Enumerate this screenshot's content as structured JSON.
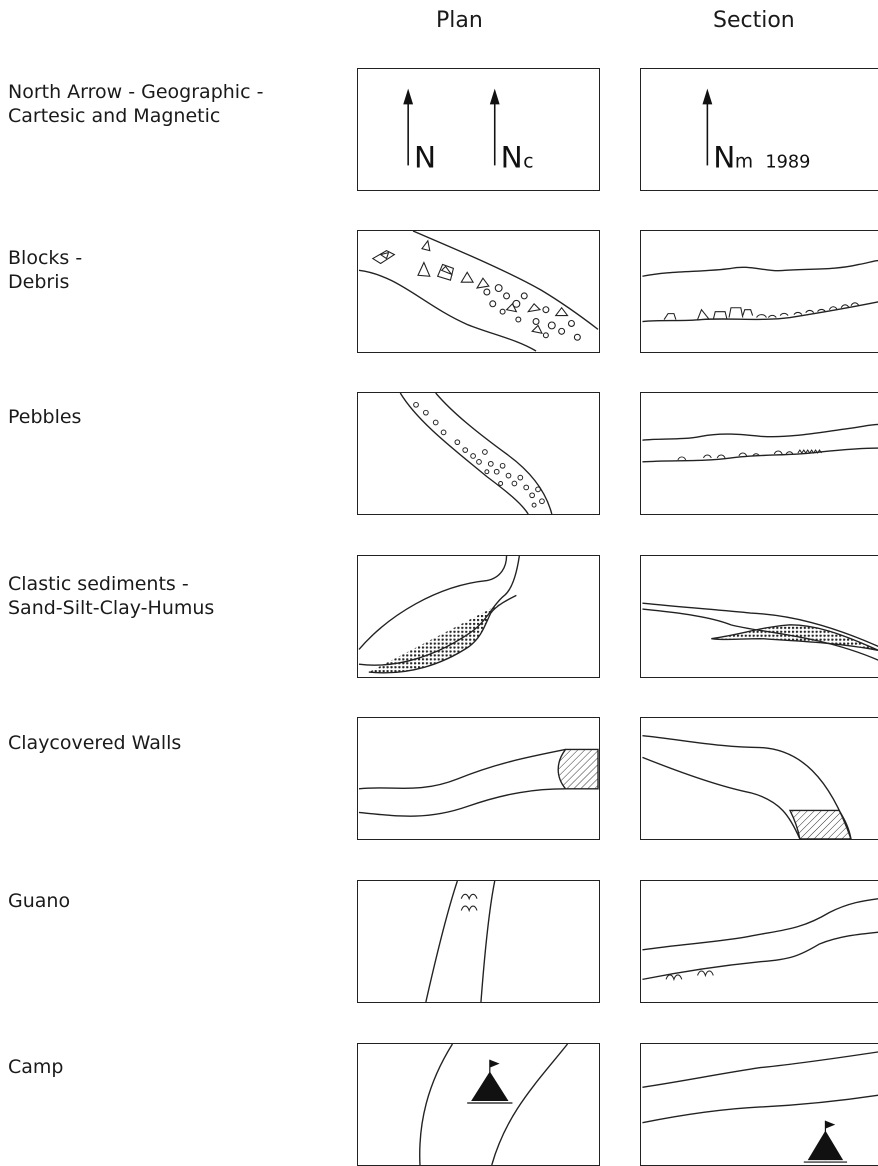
{
  "headers": {
    "plan": "Plan",
    "section": "Section"
  },
  "rows": [
    {
      "id": "north-arrow",
      "label_lines": [
        "North Arrow  - Geographic -",
        "Cartesic and Magnetic"
      ]
    },
    {
      "id": "blocks",
      "label_lines": [
        "Blocks -",
        "Debris"
      ]
    },
    {
      "id": "pebbles",
      "label_lines": [
        "Pebbles"
      ]
    },
    {
      "id": "clastic",
      "label_lines": [
        "Clastic sediments -",
        "Sand-Silt-Clay-Humus"
      ]
    },
    {
      "id": "claycovered",
      "label_lines": [
        "Claycovered Walls"
      ]
    },
    {
      "id": "guano",
      "label_lines": [
        "Guano"
      ]
    },
    {
      "id": "camp",
      "label_lines": [
        "Camp"
      ]
    }
  ],
  "north": {
    "geographic": "N",
    "cartesic": "N",
    "cartesic_sub": "c",
    "magnetic": "N",
    "magnetic_sub": "m",
    "magnetic_year": "1989"
  }
}
